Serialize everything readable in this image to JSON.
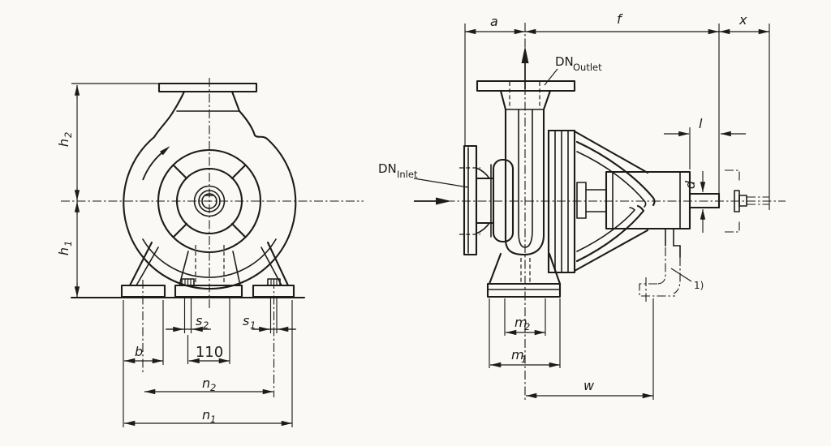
{
  "colors": {
    "background": "#faf9f6",
    "ink": "#1d1c1a"
  },
  "front_view": {
    "dims": {
      "h2": {
        "base": "h",
        "sub": "2"
      },
      "h1": {
        "base": "h",
        "sub": "1"
      },
      "s2": {
        "base": "s",
        "sub": "2"
      },
      "s1": {
        "base": "s",
        "sub": "1"
      },
      "b": {
        "base": "b"
      },
      "bolt_spacing": {
        "base": "110"
      },
      "n2": {
        "base": "n",
        "sub": "2"
      },
      "n1": {
        "base": "n",
        "sub": "1"
      }
    }
  },
  "side_view": {
    "dims": {
      "a": {
        "base": "a"
      },
      "f": {
        "base": "f"
      },
      "x": {
        "base": "x"
      },
      "l": {
        "base": "l"
      },
      "d": {
        "base": "d"
      },
      "m2": {
        "base": "m",
        "sub": "2"
      },
      "m1": {
        "base": "m",
        "sub": "1"
      },
      "w": {
        "base": "w"
      }
    },
    "ports": {
      "outlet": {
        "base": "DN",
        "sub": "Outlet"
      },
      "inlet": {
        "base": "DN",
        "sub": "Inlet"
      }
    },
    "footnote_ref": "1)"
  }
}
